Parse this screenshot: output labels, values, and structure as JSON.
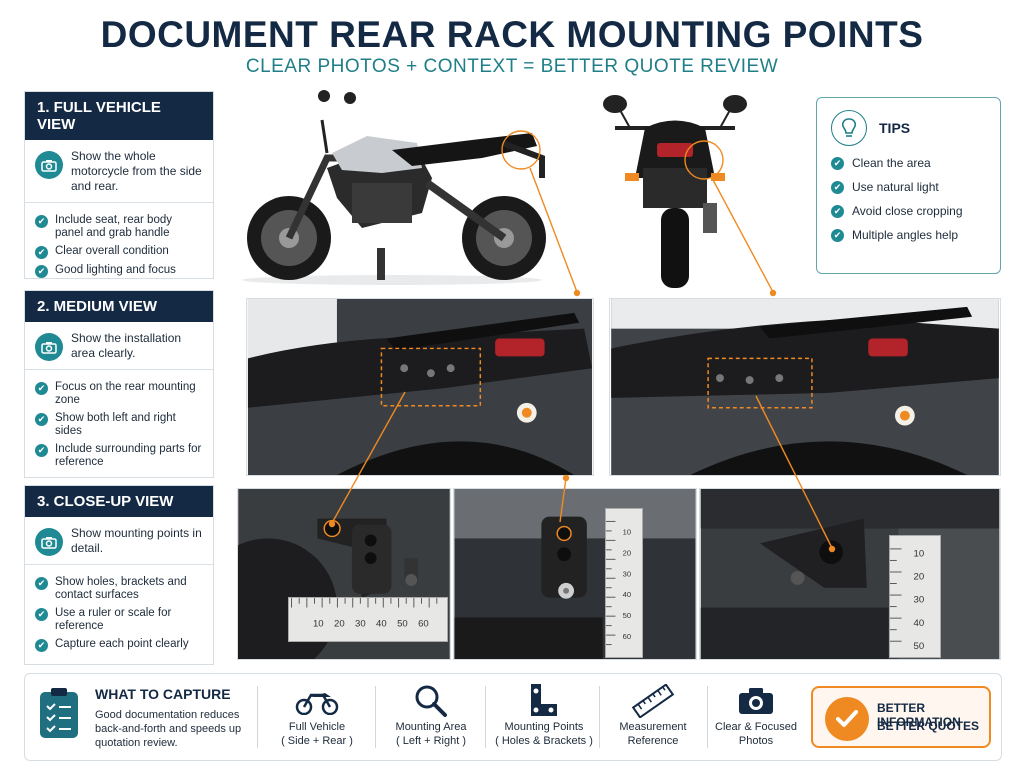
{
  "header": {
    "title": "DOCUMENT REAR RACK MOUNTING POINTS",
    "subtitle": "CLEAR PHOTOS + CONTEXT = BETTER QUOTE REVIEW"
  },
  "sections": [
    {
      "heading": "1. FULL VEHICLE VIEW",
      "lead": "Show the whole motorcycle from the side and rear.",
      "checks": [
        "Include seat, rear body panel and grab handle",
        "Clear overall condition",
        "Good lighting and focus"
      ]
    },
    {
      "heading": "2. MEDIUM VIEW",
      "lead": "Show the installation area clearly.",
      "checks": [
        "Focus on the rear mounting zone",
        "Show both left and right sides",
        "Include surrounding parts for reference"
      ]
    },
    {
      "heading": "3. CLOSE-UP VIEW",
      "lead": "Show mounting points in detail.",
      "checks": [
        "Show holes, brackets and contact surfaces",
        "Use a ruler or scale for reference",
        "Capture each point clearly"
      ]
    }
  ],
  "tips": {
    "title": "TIPS",
    "items": [
      "Clean the area",
      "Use natural light",
      "Avoid close cropping",
      "Multiple angles help"
    ]
  },
  "rulers": {
    "horizontal": [
      "10",
      "20",
      "30",
      "40",
      "50",
      "60"
    ],
    "vertical_mid": [
      "10",
      "20",
      "30",
      "40",
      "50",
      "60"
    ],
    "vertical_right": [
      "10",
      "20",
      "30",
      "40",
      "50"
    ]
  },
  "capture": {
    "title": "WHAT TO CAPTURE",
    "description": "Good documentation reduces back-and-forth and speeds up quotation review.",
    "items": [
      {
        "line1": "Full Vehicle",
        "line2": "( Side + Rear )",
        "icon": "motorcycle-icon"
      },
      {
        "line1": "Mounting Area",
        "line2": "( Left + Right )",
        "icon": "magnifier-icon"
      },
      {
        "line1": "Mounting Points",
        "line2": "( Holes & Brackets )",
        "icon": "bracket-icon"
      },
      {
        "line1": "Measurement",
        "line2": "Reference",
        "icon": "ruler-icon"
      },
      {
        "line1": "Clear & Focused",
        "line2": "Photos",
        "icon": "camera-icon"
      }
    ],
    "callout": {
      "line1": "BETTER INFORMATION",
      "line2": "BETTER QUOTES"
    }
  },
  "colors": {
    "navy": "#142a44",
    "teal": "#1f8a93",
    "orange": "#ef8a22"
  }
}
